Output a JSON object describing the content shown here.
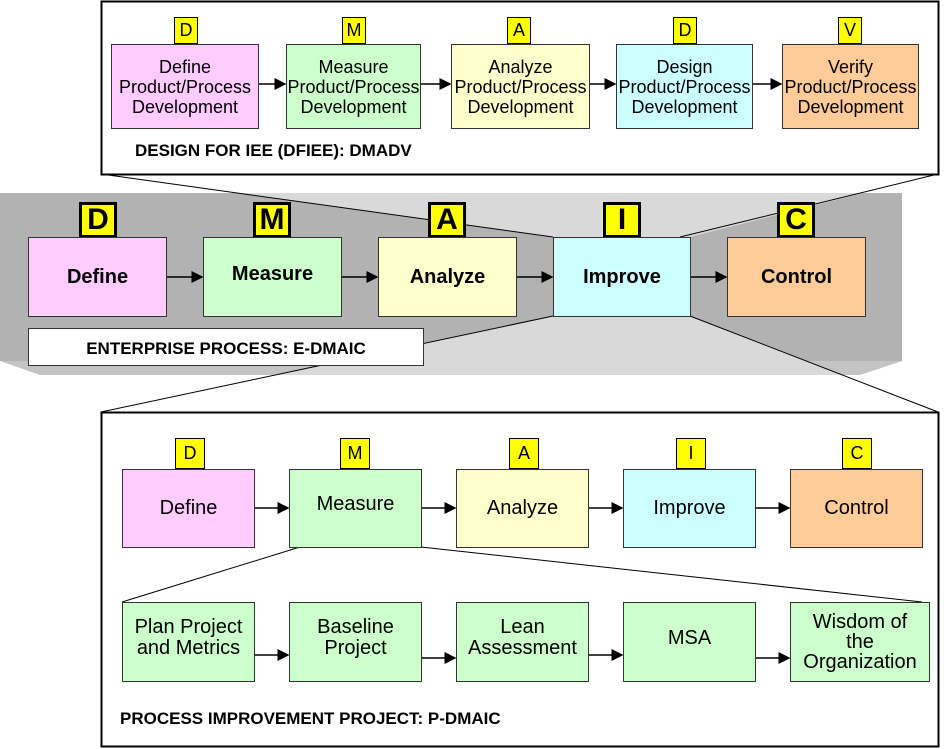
{
  "dfiee": {
    "title": "DESIGN FOR IEE (DFIEE): DMADV",
    "steps": [
      {
        "letter": "D",
        "label": "Define Product/Process Development"
      },
      {
        "letter": "M",
        "label": "Measure Product/Process Development"
      },
      {
        "letter": "A",
        "label": "Analyze Product/Process Development"
      },
      {
        "letter": "D",
        "label": "Design Product/Process Development"
      },
      {
        "letter": "V",
        "label": "Verify Product/Process Development"
      }
    ]
  },
  "edmaic": {
    "title": "ENTERPRISE PROCESS: E-DMAIC",
    "steps": [
      {
        "letter": "D",
        "label": "Define"
      },
      {
        "letter": "M",
        "label": "Measure"
      },
      {
        "letter": "A",
        "label": "Analyze"
      },
      {
        "letter": "I",
        "label": "Improve"
      },
      {
        "letter": "C",
        "label": "Control"
      }
    ]
  },
  "pdmaic": {
    "title": "PROCESS IMPROVEMENT PROJECT: P-DMAIC",
    "steps": [
      {
        "letter": "D",
        "label": "Define"
      },
      {
        "letter": "M",
        "label": "Measure"
      },
      {
        "letter": "A",
        "label": "Analyze"
      },
      {
        "letter": "I",
        "label": "Improve"
      },
      {
        "letter": "C",
        "label": "Control"
      }
    ],
    "measure_substeps": [
      {
        "label": "Plan Project and Metrics"
      },
      {
        "label": "Baseline Project"
      },
      {
        "label": "Lean Assessment"
      },
      {
        "label": "MSA"
      },
      {
        "label": "Wisdom of the Organization"
      }
    ]
  },
  "colors": {
    "define": "#ffccff",
    "measure": "#ccffcc",
    "analyze": "#ffffcc",
    "improve": "#ccffff",
    "control": "#ffcc99",
    "tag": "#ffff00"
  }
}
